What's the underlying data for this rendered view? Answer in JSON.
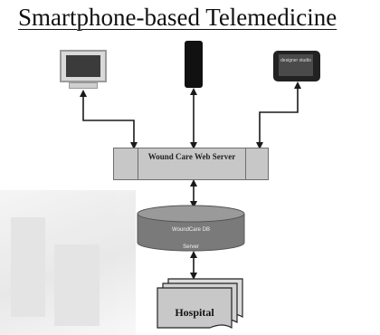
{
  "title": "Smartphone-based Telemedicine",
  "devices": {
    "tablet_screen_text": "designer studio"
  },
  "web_server": {
    "label": "Wound Care Web Server"
  },
  "db_server": {
    "line1": "WoundCare DB",
    "line2": "Server"
  },
  "hospital": {
    "label": "Hospital"
  },
  "colors": {
    "box_fill": "#c7c7c7",
    "db_fill": "#7a7a7a",
    "arrow": "#1a1a1a"
  }
}
